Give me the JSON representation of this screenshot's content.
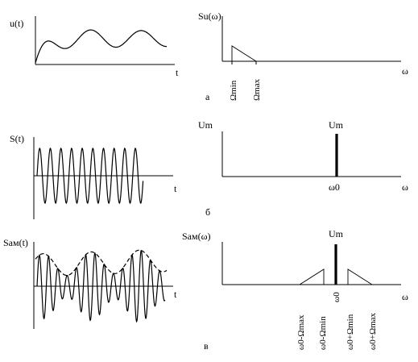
{
  "panel_a": {
    "time_ylabel": "u(t)",
    "time_xlabel": "t",
    "spec_ylabel": "Su(ω)",
    "spec_xlabel": "ω",
    "tick_min": "Ωmin",
    "tick_max": "Ωmax",
    "caption": "а"
  },
  "panel_b": {
    "time_ylabel": "S(t)",
    "time_xlabel": "t",
    "spec_ylabel": "Um",
    "spec_xlabel": "ω",
    "peak_label": "Um",
    "tick_w0": "ω0",
    "caption": "б"
  },
  "panel_c": {
    "time_ylabel": "Sам(t)",
    "time_xlabel": "t",
    "spec_ylabel": "Sам(ω)",
    "spec_xlabel": "ω",
    "peak_label": "Um",
    "ticks": [
      "ω0-Ωmax",
      "ω0-Ωmin",
      "ω0",
      "ω0+Ωmin",
      "ω0+Ωmax"
    ],
    "caption": "в"
  }
}
